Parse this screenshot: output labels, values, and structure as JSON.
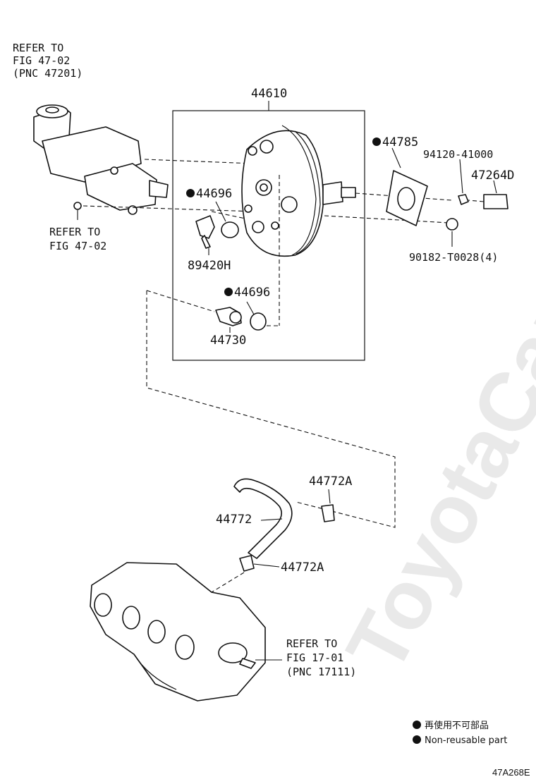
{
  "watermark": "ToyotaCarMine.ru",
  "labels": {
    "refer_master_cyl": [
      "REFER TO",
      "FIG 47-02",
      "(PNC 47201)"
    ],
    "refer_line": [
      "REFER TO",
      "FIG 47-02"
    ],
    "booster": "44610",
    "gasket": "44785",
    "nut": "94120-41000",
    "clip": "47264D",
    "nut_4": "90182-T0028(4)",
    "grommet_upper": "44696",
    "sensor": "89420H",
    "grommet_lower": "44696",
    "check_valve": "44730",
    "hose": "44772",
    "hose_clamp_upper": "44772A",
    "hose_clamp_lower": "44772A",
    "refer_manifold": [
      "REFER TO",
      "FIG 17-01",
      "(PNC 17111)"
    ]
  },
  "legend": {
    "line1": "再使用不可部品",
    "line2": "Non-reusable part"
  },
  "figure_code": "47A268E"
}
